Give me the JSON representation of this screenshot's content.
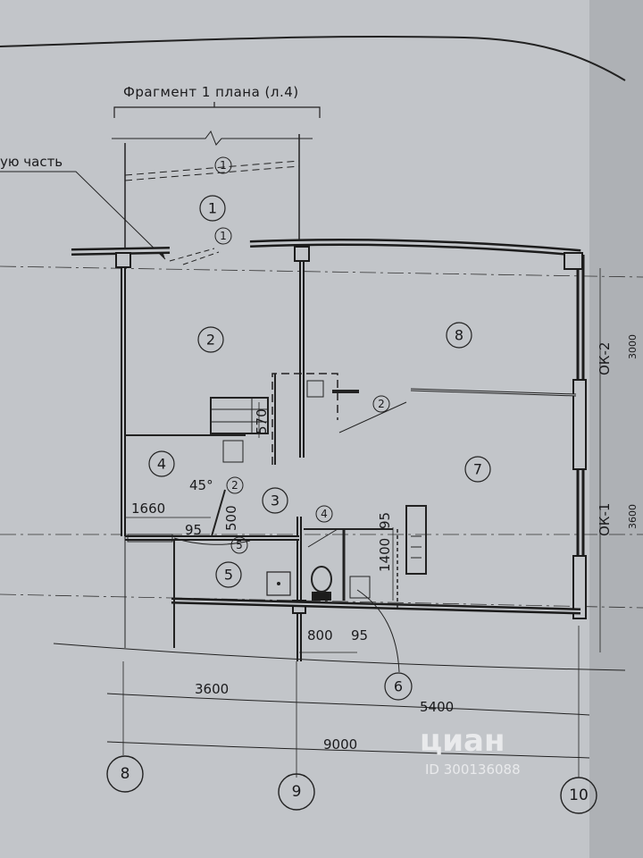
{
  "title": "Фрагмент 1 плана (л.4)",
  "cut_label": "ую часть",
  "rooms": [
    "1",
    "2",
    "3",
    "4",
    "5",
    "6",
    "7",
    "8"
  ],
  "callouts": {
    "c1a": "1",
    "c1b": "1",
    "c2a": "2",
    "c2b": "2",
    "c4": "4",
    "c5": "5"
  },
  "angle": "45°",
  "dims": {
    "d570": "570",
    "d1660": "1660",
    "d95a": "95",
    "d500": "500",
    "d95b": "95",
    "d1400": "1400",
    "d800": "800",
    "d95c": "95",
    "d3600a": "3600",
    "d5400": "5400",
    "d9000": "9000",
    "d3000": "3000",
    "d3600b": "3600"
  },
  "axes": [
    "8",
    "9",
    "10"
  ],
  "windows": {
    "ok2": "ОК-2",
    "ok1": "ОК-1"
  },
  "watermark": {
    "brand": "циан",
    "id": "ID 300136088"
  }
}
